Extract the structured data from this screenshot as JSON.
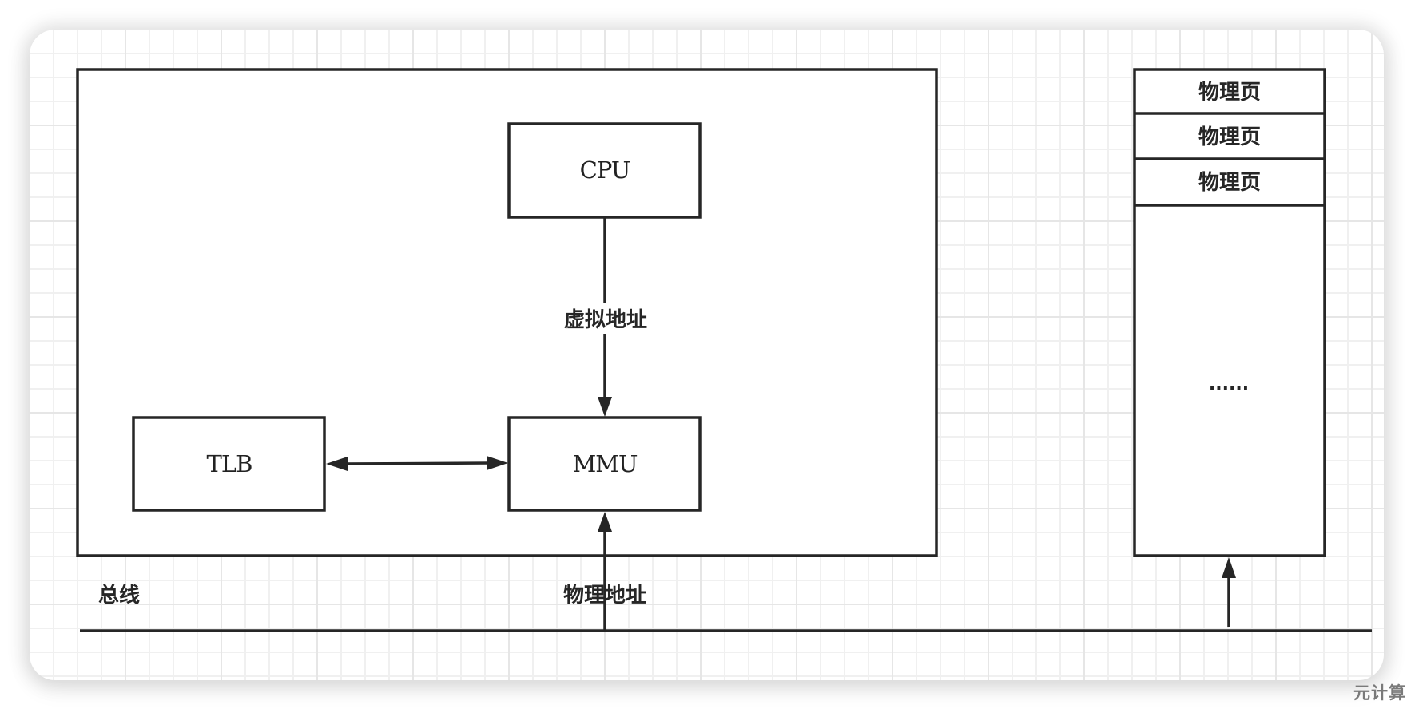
{
  "diagram": {
    "title": "MMU / TLB virtual-to-physical address translation",
    "nodes": {
      "cpu": {
        "label": "CPU"
      },
      "mmu": {
        "label": "MMU"
      },
      "tlb": {
        "label": "TLB"
      }
    },
    "edges": {
      "cpu_to_mmu": {
        "label": "虚拟地址",
        "from": "cpu",
        "to": "mmu"
      },
      "tlb_mmu": {
        "label": "",
        "from": "tlb",
        "to": "mmu",
        "bidirectional": true
      },
      "bus_to_mmu": {
        "label": "物理地址",
        "from": "bus",
        "to": "mmu"
      },
      "bus_to_memory": {
        "label": "",
        "from": "bus",
        "to": "memory"
      }
    },
    "bus": {
      "label": "总线"
    },
    "memory": {
      "pages": [
        {
          "label": "物理页"
        },
        {
          "label": "物理页"
        },
        {
          "label": "物理页"
        }
      ],
      "more_label": "......"
    }
  },
  "watermark": "元计算",
  "colors": {
    "stroke": "#262626",
    "text": "#222222",
    "grid_minor": "#f0f0f0",
    "grid_major": "#e6e6e6",
    "watermark": "#7a7a7a"
  }
}
